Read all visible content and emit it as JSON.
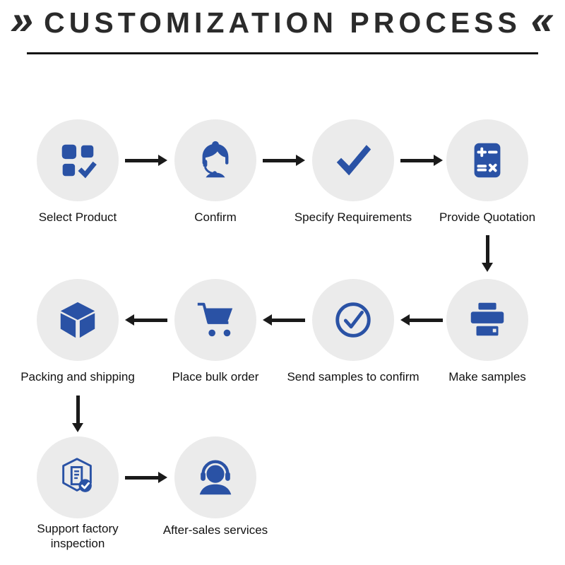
{
  "title": {
    "text": "CUSTOMIZATION PROCESS",
    "decor_left": "»",
    "decor_right": "«"
  },
  "colors": {
    "accent": "#2a52a5",
    "circle_bg": "#ebebeb",
    "arrow": "#1a1a1a",
    "title": "#2b2b2b"
  },
  "steps": [
    {
      "label": "Select Product",
      "icon": "grid-check-icon"
    },
    {
      "label": "Confirm",
      "icon": "customer-service-icon"
    },
    {
      "label": "Specify Requirements",
      "icon": "checkmark-icon"
    },
    {
      "label": "Provide Quotation",
      "icon": "calculator-icon"
    },
    {
      "label": "Make samples",
      "icon": "printer-icon"
    },
    {
      "label": "Send samples to confirm",
      "icon": "circle-check-icon"
    },
    {
      "label": "Place bulk order",
      "icon": "shopping-cart-icon"
    },
    {
      "label": "Packing and shipping",
      "icon": "package-box-icon"
    },
    {
      "label": "Support factory inspection",
      "icon": "inspection-badge-icon"
    },
    {
      "label": "After-sales services",
      "icon": "headset-support-icon"
    }
  ]
}
